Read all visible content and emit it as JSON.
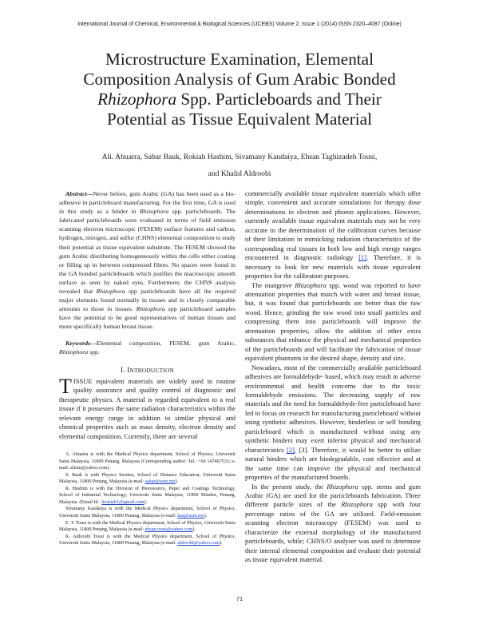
{
  "header": {
    "journal_line": "International Journal of Chemical, Environmental & Biological Sciences (IJCEBS) Volume 2, Issue 1 (2014) ISSN 2320–4087 (Online)"
  },
  "title": {
    "line1": "Microstructure Examination, Elemental",
    "line2": "Composition Analysis of Gum Arabic Bonded",
    "line3_italic": "Rhizophora",
    "line3_rest": " Spp. Particleboards and Their",
    "line4": "Potential as Tissue Equivalent Material"
  },
  "authors": {
    "line1": "Ali. Abuarra, Sabar Bauk,  Rokiah Hashim, Sivamany Kandaiya, Ehsan Taghizadeh Tousi,",
    "line2": "and Khalid Aldroobi"
  },
  "abstract": {
    "label": "Abstract",
    "dash": "—",
    "part1": "Never before, gum Arabic (GA) has been used as a bio-adhesive in particleboard manufacturing. For the first time, GA is used in this study as a binder in ",
    "italic1": "Rhizophora",
    "part2": " spp. particleboards. The fabricated particleboards were evaluated in terms of field emission scanning electron microscopic (FESEM) surface features and carbon, hydrogen, nitrogen, and sulfur (CHNS) elemental composition to study their potential as tissue equivalent substitute. The FESEM showed the gum Arabic distributing homogeneously within the cells either coating or filling up in between compressed fibres. No spaces were found in the GA bonded particleboards which justifies the macroscopic smooth surface as seen by naked eyes. Furthermore, the CHNS analysis revealed that ",
    "italic2": "Rhizophora",
    "part3": " spp particleboards have all the required major elements found normally in tissues and in closely comparable amounts to those in tissues. ",
    "italic3": "Rhizophora",
    "part4": " spp particleboard samples have the potential to be good representatives of human tissues and more specifically human breast tissue."
  },
  "keywords": {
    "label": "Keywords",
    "dash": "—",
    "text": "Elemental composition, FESEM, gum Arabic, ",
    "italic": "Rhizophora",
    "end": " spp."
  },
  "section1": {
    "numeral": "I. I",
    "small_caps": "NTRODUCTION"
  },
  "intro": {
    "dropcap": "T",
    "text": "ISSUE equivalent materials are widely used in routine quality assurance and quality control of diagnostic and therapeutic physics. A material is regarded equivalent to a real tissue if it possesses the same radiation characteristics within the relevant energy range in addition to similar physical and chemical properties such as mass density, electron density and elemental composition. Currently, there are several"
  },
  "footnotes": [
    {
      "text": "A. Abuarra  is with the Medical Physics department, School of Physics, Universiti Sains Malaysia, 11800 Penang, Malaysia  (Corresponding author: Tel.: +60 147467531; e-mail: aliom@yahoo.com).",
      "link": ""
    },
    {
      "text": "S. Bauk is with Physics Section, School of Distance Education, Universiti Sains Malaysia, 11800 Penang, Malaysia (e-mail: ",
      "link": "sabar@usm.my",
      "end": ")."
    },
    {
      "text": "R. Hashim is with the Division of Bioresource, Paper and Coatings Technology, School of Industrial Technology, Universiti Sains Malaysia, 11800 Minden, Penang, Malaysia. (Email Id : ",
      "link": "hrokiah1@gmail.com",
      "end": ")."
    },
    {
      "text": "Sivamany Kandaiya is with the Medical Physics department, School of Physics, Universiti Sains Malaysia, 11800 Penang, Malaysia (e-mail: ",
      "link": "kaa@usm.my",
      "end": ")."
    },
    {
      "text": "E. T. Tousi is with the Medical Physics department, School of Physics, Universiti Sains Malaysia, 11800 Penang, Malaysia (e-mail: ",
      "link": "ehsan.tousi@yahoo.com",
      "end": ")."
    },
    {
      "text": "K. Aldroobi Tousi is with the Medical Physics department, School of Physics, Universiti Sains Malaysia, 11800 Penang, Malaysia (e-mail: ",
      "link": "aldroobi@yahoo.com",
      "end": ")."
    }
  ],
  "right_column": {
    "p1_part1": "commercially available tissue equivalent materials which offer simple, convenient and accurate simulations for therapy dose determinations in electron and photon applications. However, currently available tissue equivalent materials may not be very accurate in the determination of the calibration curves because of their limitation in mimicking radiation characteristics of the corresponding real tissues in both low and high energy ranges encountered in diagnostic radiology ",
    "p1_ref": "[1]",
    "p1_part2": ". Therefore, it is necessary to look for new materials with tissue equivalent properties for the calibration purposes.",
    "p2_part1": "The mangrove ",
    "p2_italic": "Rhizophora",
    "p2_part2": " spp. wood was reported to have attenuation properties that match with water and breast tissue, but, it was found that particleboards are better than the raw wood. Hence, grinding the raw wood into small particles and compressing them into particleboards will improve the attenuation properties, allow the addition of other extra substances that enhance the physical and mechanical properties of the particleboards and will facilitate the fabrication of tissue equivalent phantoms in the desired shape, density and size.",
    "p3_part1": "Nowadays, most of the commercially available particleboard adhesives are formaldehyde- based, which may result in adverse environmental and health concerns due to the toxic formaldehyde emissions. The decreasing supply of raw materials and the need for formaldehyde-free particleboard have led to focus on research for manufacturing particleboard without using synthetic adhesives. However, binderless or self bonding particleboard which is manufactured without using any synthetic binders may exert inferior physical and mechanical characteristics ",
    "p3_ref": "[2]",
    "p3_part2": ", [3]. Therefore, it would be better to utilize natural binders which are biodegradable, cost effective and at the same time can improve the physical and mechanical properties of the manufactured boards.",
    "p4_part1": "In the present study, the ",
    "p4_italic1": "Rhizophora",
    "p4_part2": " spp. stems and gum Arabic (GA) are used for the particleboards fabrication. Three different particle sizes of the ",
    "p4_italic2": "Rhizophora",
    "p4_part3": " spp with four percentage ratios of the GA are utilized. Field-emission scanning electron microscopy (FESEM) was used to characterize the external morphology of the manufactured particleboards, while; CHNS/O analyser was used to determine their internal elemental composition and evaluate their potential as tissue equivalent material."
  },
  "footer": {
    "page_number": "71"
  },
  "colors": {
    "text": "#1a1a1a",
    "link": "#1a3fcc"
  }
}
